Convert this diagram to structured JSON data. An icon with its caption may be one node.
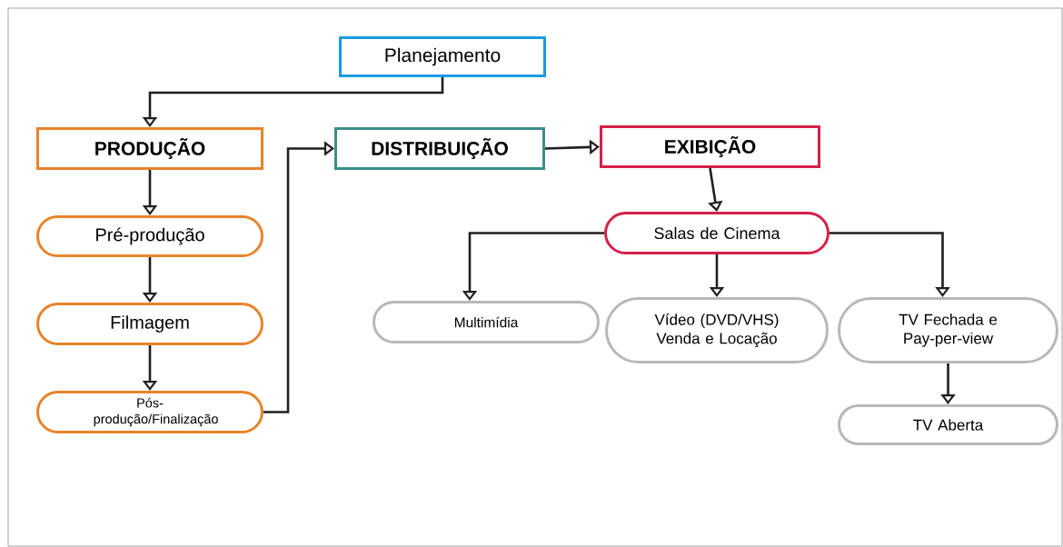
{
  "diagram": {
    "nodes": [
      {
        "text": [
          "Planejamento"
        ]
      },
      {
        "text": [
          "PRODUÇÃO"
        ]
      },
      {
        "text": [
          "Pré-produção"
        ]
      },
      {
        "text": [
          "Filmagem"
        ]
      },
      {
        "text": [
          "Pós-produção/Finalização"
        ]
      },
      {
        "text": [
          "DISTRIBUIÇÃO"
        ]
      },
      {
        "text": [
          "EXIBIÇÃO"
        ]
      },
      {
        "text": [
          "Salas de Cinema"
        ]
      },
      {
        "text": [
          "Multimídia"
        ]
      },
      {
        "text": [
          "Vídeo (DVD/VHS) Venda e Locação"
        ]
      },
      {
        "text": [
          "TV Fechada e Pay-per-view"
        ]
      },
      {
        "text": [
          "TV Aberta"
        ]
      }
    ],
    "edges": [
      {
        "from": 0,
        "to": 1,
        "arrow": "to"
      },
      {
        "from": 1,
        "to": 2,
        "arrow": "to"
      },
      {
        "from": 2,
        "to": 3,
        "arrow": "to"
      },
      {
        "from": 3,
        "to": 4,
        "arrow": "to"
      },
      {
        "from": 4,
        "to": 5,
        "arrow": "to"
      },
      {
        "from": 5,
        "to": 6,
        "arrow": "to"
      },
      {
        "from": 6,
        "to": 7,
        "arrow": "to"
      },
      {
        "from": 7,
        "to": 8,
        "arrow": "to"
      },
      {
        "from": 7,
        "to": 9,
        "arrow": "to"
      },
      {
        "from": 7,
        "to": 10,
        "arrow": "to"
      },
      {
        "from": 10,
        "to": 11,
        "arrow": "to"
      }
    ]
  }
}
